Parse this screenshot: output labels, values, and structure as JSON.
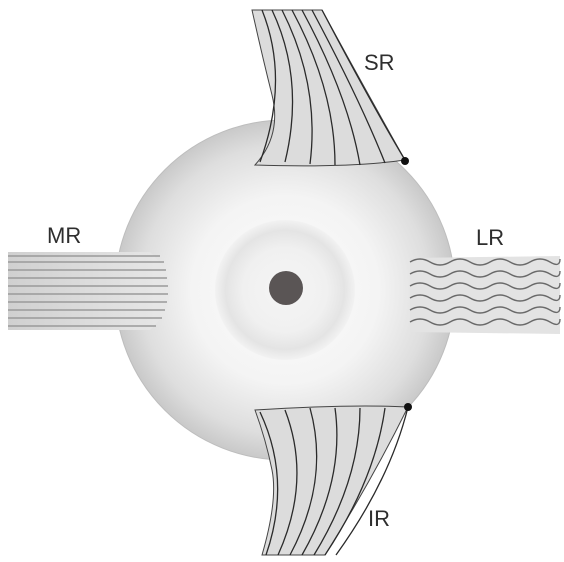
{
  "diagram": {
    "labels": {
      "superior_rectus": "SR",
      "medial_rectus": "MR",
      "lateral_rectus": "LR",
      "inferior_rectus": "IR"
    },
    "colors": {
      "background": "#ffffff",
      "globe_edge": "#cfcfcf",
      "globe_center": "#fafafa",
      "muscle_fill": "#d9d9d9",
      "muscle_lines": "#2a2a2a",
      "pupil": "#5a5555",
      "iris_ring": "#e2e2e2",
      "insertion_dot": "#111111"
    }
  }
}
